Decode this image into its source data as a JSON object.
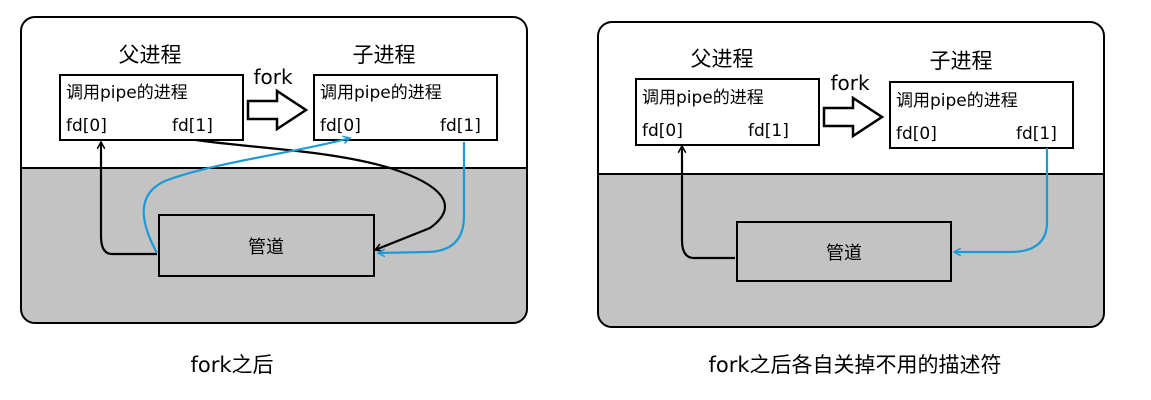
{
  "diagrams": [
    {
      "caption": "fork之后",
      "parent_title": "父进程",
      "child_title": "子进程",
      "fork_label": "fork",
      "parent_box": {
        "line1": "调用pipe的进程",
        "fd0": "fd[0]",
        "fd1": "fd[1]"
      },
      "child_box": {
        "line1": "调用pipe的进程",
        "fd0": "fd[0]",
        "fd1": "fd[1]"
      },
      "pipe_label": "管道"
    },
    {
      "caption": "fork之后各自关掉不用的描述符",
      "parent_title": "父进程",
      "child_title": "子进程",
      "fork_label": "fork",
      "parent_box": {
        "line1": "调用pipe的进程",
        "fd0": "fd[0]",
        "fd1": "fd[1]"
      },
      "child_box": {
        "line1": "调用pipe的进程",
        "fd0": "fd[0]",
        "fd1": "fd[1]"
      },
      "pipe_label": "管道"
    }
  ],
  "colors": {
    "kernel_area": "#c3c3c3",
    "blue_arrow": "#1c9ad6",
    "black_arrow": "#000000"
  }
}
